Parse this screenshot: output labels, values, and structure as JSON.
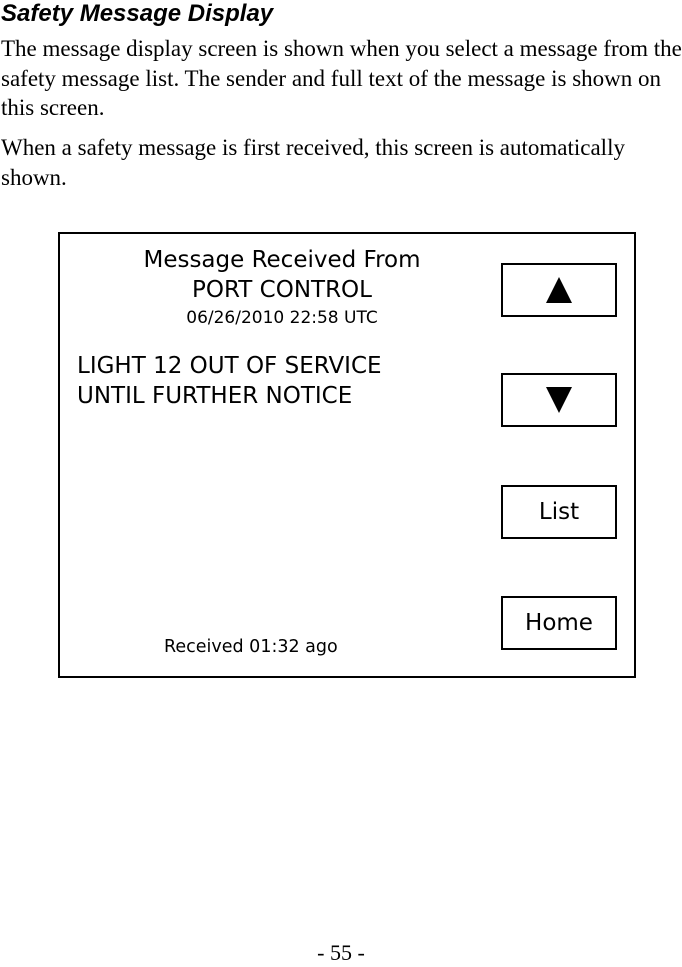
{
  "document": {
    "heading": "Safety Message Display",
    "paragraphs": [
      "The message display screen is shown when you select a message from the safety message list. The sender and full text of the message is shown on this screen.",
      "When a safety message is first received, this screen is automatically shown."
    ],
    "page_number": "- 55 -"
  },
  "screen": {
    "header": {
      "line1": "Message Received From",
      "line2": "PORT CONTROL",
      "timestamp": "06/26/2010 22:58 UTC"
    },
    "message": {
      "line1": "LIGHT 12 OUT OF SERVICE",
      "line2": "UNTIL FURTHER NOTICE"
    },
    "received_status": "Received 01:32 ago",
    "buttons": {
      "up_icon": "up-arrow-icon",
      "down_icon": "down-arrow-icon",
      "list_label": "List",
      "home_label": "Home"
    },
    "colors": {
      "background": "#ffffff",
      "foreground": "#000000"
    }
  }
}
